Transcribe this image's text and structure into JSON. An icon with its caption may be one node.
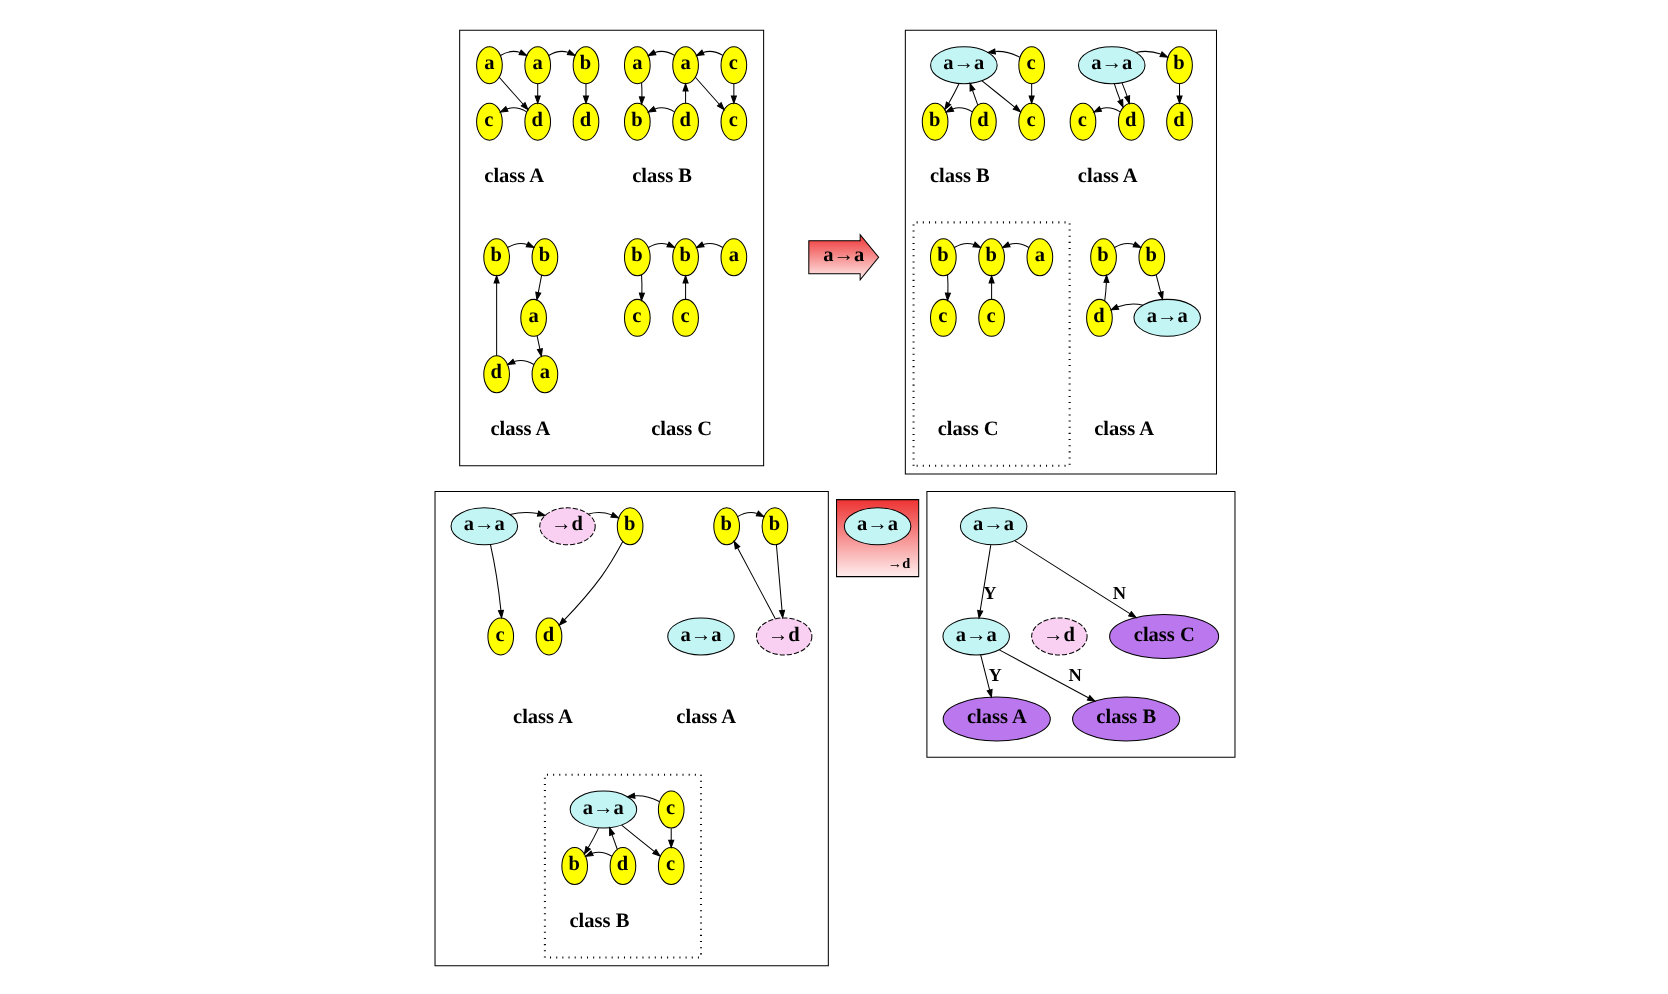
{
  "diagram": {
    "nodes": [
      {
        "text": [],
        "shape": "box"
      },
      {
        "text": [
          "a"
        ],
        "in": 0
      },
      {
        "text": [
          "a"
        ],
        "in": 0
      },
      {
        "text": [
          "b"
        ],
        "in": 0
      },
      {
        "text": [
          "c"
        ],
        "in": 0
      },
      {
        "text": [
          "d"
        ],
        "in": 0
      },
      {
        "text": [
          "d"
        ],
        "in": 0
      },
      {
        "text": [
          "a"
        ],
        "in": 0
      },
      {
        "text": [
          "a"
        ],
        "in": 0
      },
      {
        "text": [
          "c"
        ],
        "in": 0
      },
      {
        "text": [
          "b"
        ],
        "in": 0
      },
      {
        "text": [
          "d"
        ],
        "in": 0
      },
      {
        "text": [
          "c"
        ],
        "in": 0
      },
      {
        "text": [
          "b"
        ],
        "in": 0
      },
      {
        "text": [
          "b"
        ],
        "in": 0
      },
      {
        "text": [
          "a"
        ],
        "in": 0
      },
      {
        "text": [
          "d"
        ],
        "in": 0
      },
      {
        "text": [
          "a"
        ],
        "in": 0
      },
      {
        "text": [
          "b"
        ],
        "in": 0
      },
      {
        "text": [
          "b"
        ],
        "in": 0
      },
      {
        "text": [
          "a"
        ],
        "in": 0
      },
      {
        "text": [
          "c"
        ],
        "in": 0
      },
      {
        "text": [
          "c"
        ],
        "in": 0
      },
      {
        "text": [
          "a→a"
        ]
      },
      {
        "text": [],
        "shape": "box"
      },
      {
        "text": [
          "a→a"
        ],
        "in": 24
      },
      {
        "text": [
          "b"
        ],
        "in": 24
      },
      {
        "text": [
          "c"
        ],
        "in": 24
      },
      {
        "text": [
          "d"
        ],
        "in": 24
      },
      {
        "text": [
          "d"
        ],
        "in": 24
      },
      {
        "text": [
          "a→a"
        ],
        "in": 24
      },
      {
        "text": [
          "c"
        ],
        "in": 24
      },
      {
        "text": [
          "b"
        ],
        "in": 24
      },
      {
        "text": [
          "d"
        ],
        "in": 24
      },
      {
        "text": [
          "c"
        ],
        "in": 24
      },
      {
        "text": [
          "b"
        ],
        "in": 24
      },
      {
        "text": [
          "b"
        ],
        "in": 24
      },
      {
        "text": [
          "d"
        ],
        "in": 24
      },
      {
        "text": [
          "a→a"
        ],
        "in": 24
      },
      {
        "text": [],
        "shape": "box",
        "in": 24
      },
      {
        "text": [
          "b"
        ],
        "in": 39
      },
      {
        "text": [
          "b"
        ],
        "in": 39
      },
      {
        "text": [
          "a"
        ],
        "in": 39
      },
      {
        "text": [
          "c"
        ],
        "in": 39
      },
      {
        "text": [
          "c"
        ],
        "in": 39
      },
      {
        "text": [
          "→d"
        ]
      },
      {
        "text": [
          "a→a"
        ],
        "in": 45
      },
      {
        "text": [],
        "shape": "box"
      },
      {
        "text": [
          "→d"
        ],
        "in": 47
      },
      {
        "text": [
          "a→a"
        ],
        "in": 47
      },
      {
        "text": [
          "b"
        ],
        "in": 47
      },
      {
        "text": [
          "c"
        ],
        "in": 47
      },
      {
        "text": [
          "d"
        ],
        "in": 47
      },
      {
        "text": [
          "b"
        ],
        "in": 47
      },
      {
        "text": [
          "b"
        ],
        "in": 47
      },
      {
        "text": [
          "→d"
        ],
        "in": 47
      },
      {
        "text": [
          "a→a"
        ],
        "in": 47
      },
      {
        "text": [],
        "shape": "box",
        "in": 47
      },
      {
        "text": [
          "a→a"
        ],
        "in": 57
      },
      {
        "text": [
          "c"
        ],
        "in": 57
      },
      {
        "text": [
          "b"
        ],
        "in": 57
      },
      {
        "text": [
          "d"
        ],
        "in": 57
      },
      {
        "text": [
          "c"
        ],
        "in": 57
      },
      {
        "text": [],
        "shape": "box"
      },
      {
        "text": [
          "a→a"
        ],
        "in": 63
      },
      {
        "text": [
          "→d"
        ],
        "in": 63
      },
      {
        "text": [
          "a→a"
        ],
        "in": 63
      },
      {
        "text": [
          "class C"
        ],
        "in": 63
      },
      {
        "text": [
          "class A"
        ],
        "in": 63
      },
      {
        "text": [
          "class B"
        ],
        "in": 63
      }
    ],
    "edges": [
      {
        "from": 1,
        "to": 2,
        "arrow": "to"
      },
      {
        "from": 2,
        "to": 3,
        "arrow": "to"
      },
      {
        "from": 1,
        "to": 5,
        "arrow": "to"
      },
      {
        "from": 2,
        "to": 5,
        "arrow": "to"
      },
      {
        "from": 3,
        "to": 6,
        "arrow": "to"
      },
      {
        "from": 5,
        "to": 4,
        "arrow": "to"
      },
      {
        "from": 8,
        "to": 7,
        "arrow": "to"
      },
      {
        "from": 9,
        "to": 8,
        "arrow": "to"
      },
      {
        "from": 7,
        "to": 10,
        "arrow": "to"
      },
      {
        "from": 11,
        "to": 8,
        "arrow": "to"
      },
      {
        "from": 11,
        "to": 10,
        "arrow": "to"
      },
      {
        "from": 8,
        "to": 12,
        "arrow": "to"
      },
      {
        "from": 9,
        "to": 12,
        "arrow": "to"
      },
      {
        "from": 13,
        "to": 14,
        "arrow": "to"
      },
      {
        "from": 14,
        "to": 15,
        "arrow": "to"
      },
      {
        "from": 15,
        "to": 17,
        "arrow": "to"
      },
      {
        "from": 17,
        "to": 16,
        "arrow": "to"
      },
      {
        "from": 16,
        "to": 13,
        "arrow": "to"
      },
      {
        "from": 18,
        "to": 19,
        "arrow": "to"
      },
      {
        "from": 20,
        "to": 19,
        "arrow": "to"
      },
      {
        "from": 18,
        "to": 21,
        "arrow": "to"
      },
      {
        "from": 22,
        "to": 19,
        "arrow": "to"
      },
      {
        "from": 25,
        "to": 26,
        "arrow": "to"
      },
      {
        "from": 25,
        "to": 28,
        "arrow": "to"
      },
      {
        "from": 25,
        "to": 28,
        "arrow": "to"
      },
      {
        "from": 26,
        "to": 29,
        "arrow": "to"
      },
      {
        "from": 28,
        "to": 27,
        "arrow": "to"
      },
      {
        "from": 31,
        "to": 30,
        "arrow": "to"
      },
      {
        "from": 30,
        "to": 32,
        "arrow": "to"
      },
      {
        "from": 33,
        "to": 30,
        "arrow": "to"
      },
      {
        "from": 33,
        "to": 32,
        "arrow": "to"
      },
      {
        "from": 30,
        "to": 34,
        "arrow": "to"
      },
      {
        "from": 31,
        "to": 34,
        "arrow": "to"
      },
      {
        "from": 35,
        "to": 36,
        "arrow": "to"
      },
      {
        "from": 36,
        "to": 38,
        "arrow": "to"
      },
      {
        "from": 38,
        "to": 37,
        "arrow": "to"
      },
      {
        "from": 37,
        "to": 35,
        "arrow": "to"
      },
      {
        "from": 40,
        "to": 41,
        "arrow": "to"
      },
      {
        "from": 42,
        "to": 41,
        "arrow": "to"
      },
      {
        "from": 40,
        "to": 43,
        "arrow": "to"
      },
      {
        "from": 44,
        "to": 41,
        "arrow": "to"
      },
      {
        "from": 48,
        "to": 50,
        "arrow": "to"
      },
      {
        "from": 49,
        "to": 51,
        "arrow": "to"
      },
      {
        "from": 49,
        "to": 48,
        "arrow": "to"
      },
      {
        "from": 50,
        "to": 52,
        "arrow": "to"
      },
      {
        "from": 53,
        "to": 54,
        "arrow": "to"
      },
      {
        "from": 54,
        "to": 55,
        "arrow": "to"
      },
      {
        "from": 55,
        "to": 53,
        "arrow": "to"
      },
      {
        "from": 59,
        "to": 58,
        "arrow": "to"
      },
      {
        "from": 58,
        "to": 60,
        "arrow": "to"
      },
      {
        "from": 61,
        "to": 58,
        "arrow": "to"
      },
      {
        "from": 61,
        "to": 60,
        "arrow": "to"
      },
      {
        "from": 58,
        "to": 62,
        "arrow": "to"
      },
      {
        "from": 59,
        "to": 62,
        "arrow": "to"
      },
      {
        "from": 64,
        "to": 66,
        "label": "Y",
        "arrow": "to"
      },
      {
        "from": 64,
        "to": 67,
        "label": "N",
        "arrow": "to"
      },
      {
        "from": 66,
        "to": 68,
        "label": "Y",
        "arrow": "to"
      },
      {
        "from": 66,
        "to": 69,
        "label": "N",
        "arrow": "to"
      }
    ],
    "labels": [
      "class A",
      "class B",
      "class A",
      "class C",
      "class A",
      "class B",
      "class A",
      "class C",
      "class A",
      "class A",
      "class B"
    ]
  }
}
